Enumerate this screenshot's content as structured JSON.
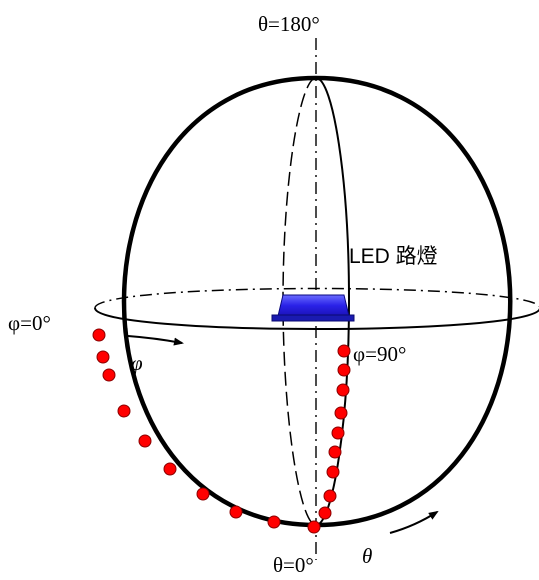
{
  "labels": {
    "theta_top": "θ=180°",
    "theta_bottom": "θ=0°",
    "phi_left": "φ=0°",
    "phi_right": "φ=90°",
    "phi_arrow": "φ",
    "theta_arrow": "θ",
    "led": "LED 路燈"
  },
  "colors": {
    "sphere": "#000000",
    "led_fill": "#2a22e8",
    "led_base": "#1a1ab0",
    "measurement_dot": "#ff0000"
  }
}
